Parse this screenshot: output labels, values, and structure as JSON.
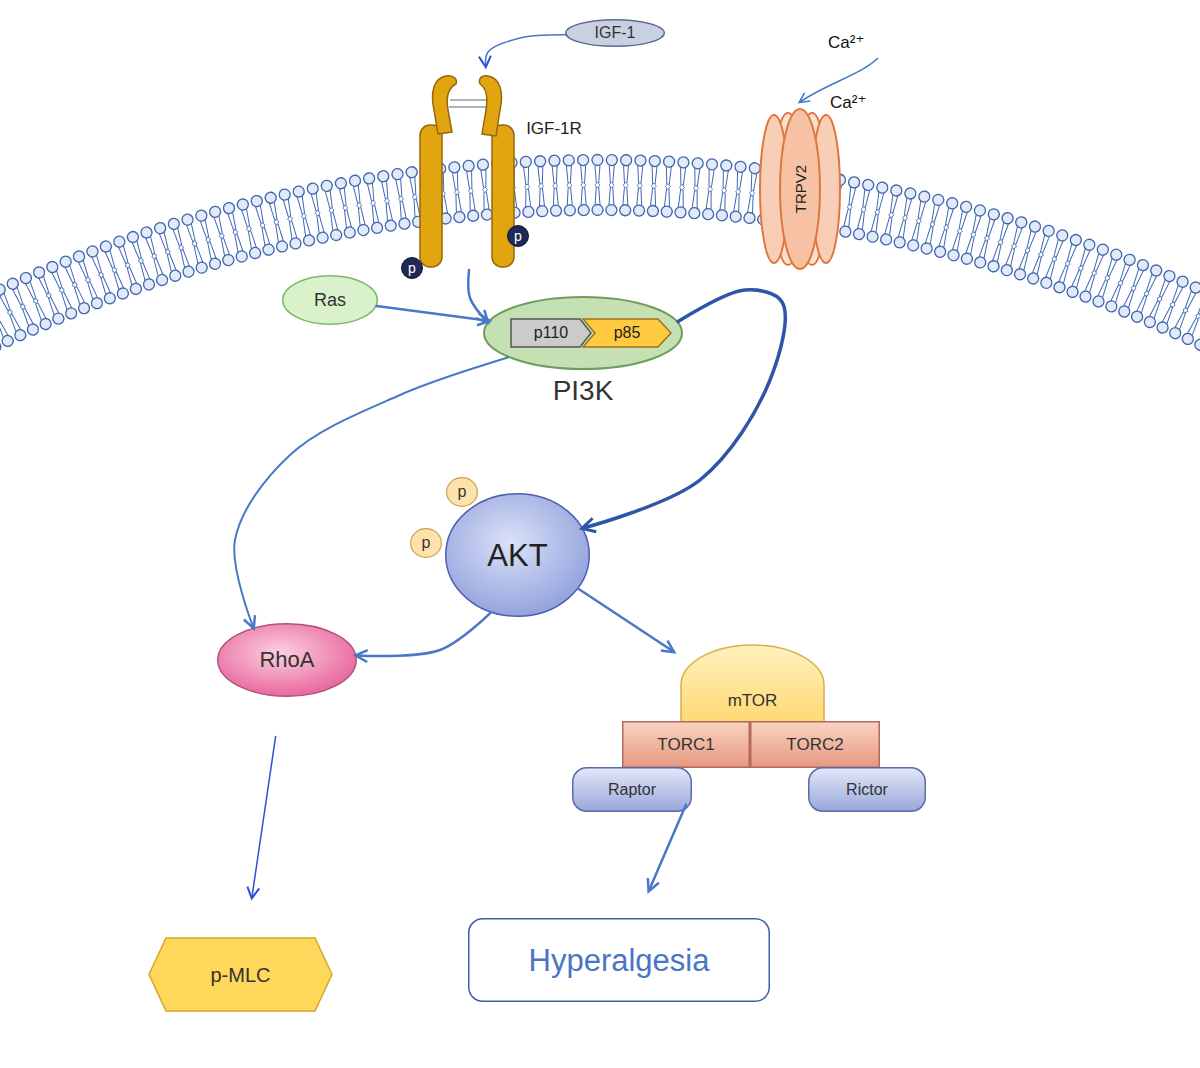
{
  "diagram": {
    "nodes": [
      {
        "text": [
          "IGF-1"
        ]
      },
      {
        "text": [
          "IGF-1R"
        ]
      },
      {
        "text": [
          "p"
        ]
      },
      {
        "text": [
          "p"
        ]
      },
      {
        "text": [
          "TRPV2"
        ]
      },
      {
        "text": [
          "Ras"
        ]
      },
      {
        "text": [
          "PI3K"
        ]
      },
      {
        "text": [
          "p110"
        ],
        "in": 6
      },
      {
        "text": [
          "p85"
        ],
        "in": 6
      },
      {
        "text": [
          "p"
        ]
      },
      {
        "text": [
          "p"
        ]
      },
      {
        "text": [
          "AKT"
        ]
      },
      {
        "text": [
          "RhoA"
        ]
      },
      {
        "text": [
          "mTOR"
        ]
      },
      {
        "text": [
          "TORC1"
        ]
      },
      {
        "text": [
          "TORC2"
        ]
      },
      {
        "text": [
          "Raptor"
        ]
      },
      {
        "text": [
          "Rictor"
        ]
      },
      {
        "text": [
          "p-MLC"
        ]
      },
      {
        "text": [
          "Hyperalgesia"
        ]
      }
    ],
    "edges": [
      {
        "from": 0,
        "to": 1,
        "arrow": "to"
      },
      {
        "from": 1,
        "to": 6,
        "arrow": "to"
      },
      {
        "from": 5,
        "to": 6,
        "arrow": "to"
      },
      {
        "from": 6,
        "to": 11,
        "arrow": "to"
      },
      {
        "from": 6,
        "to": 12,
        "arrow": "to"
      },
      {
        "from": 11,
        "to": 12,
        "arrow": "to"
      },
      {
        "from": 11,
        "to": 13,
        "arrow": "to"
      },
      {
        "from": 12,
        "to": 18,
        "arrow": "to"
      },
      {
        "from": 14,
        "to": 19,
        "arrow": "to"
      }
    ],
    "labels": [
      "Ca²⁺",
      "Ca²⁺"
    ]
  }
}
